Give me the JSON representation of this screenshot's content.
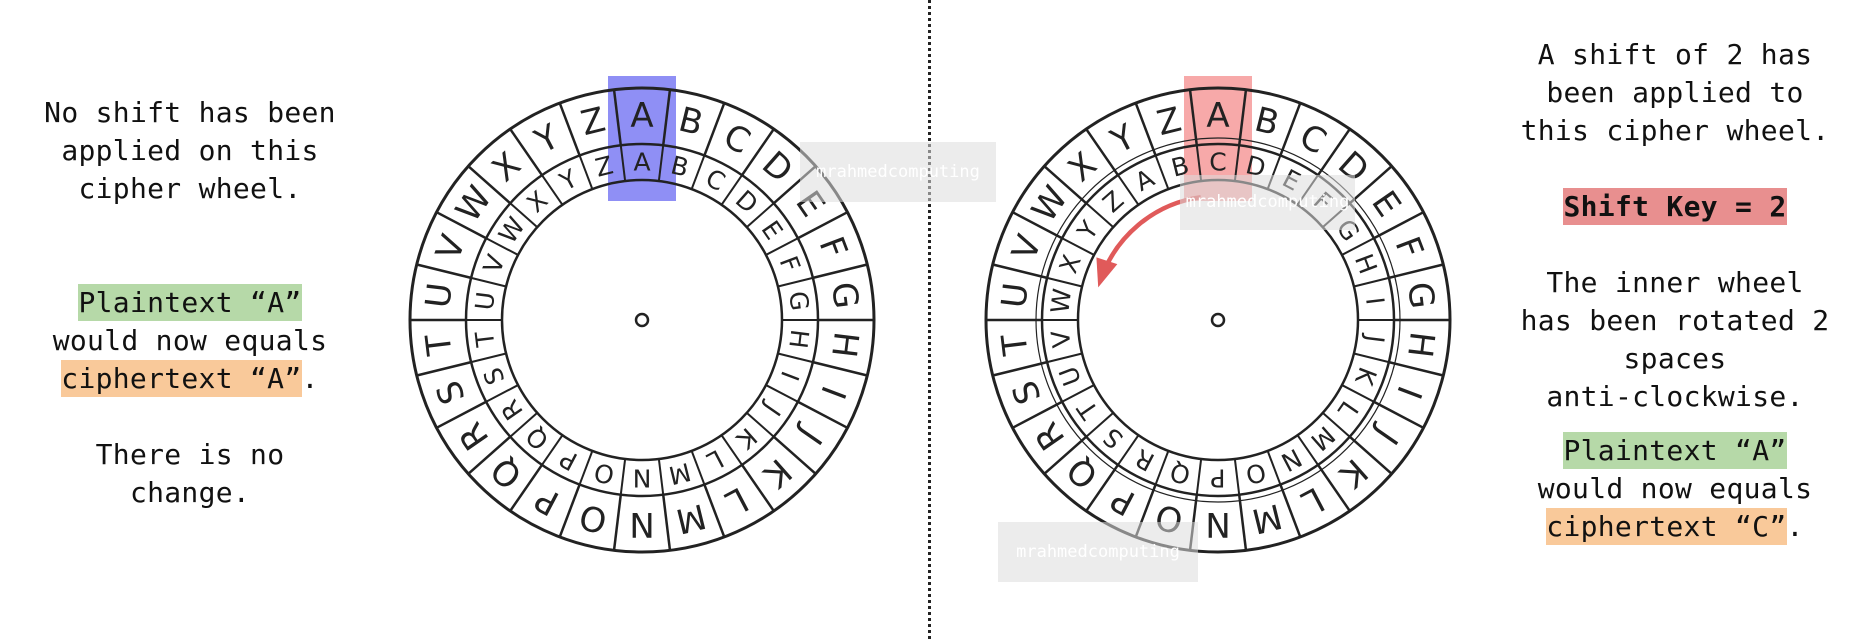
{
  "left_panel": {
    "lines": [
      "No shift has been",
      "applied on this",
      "cipher wheel."
    ],
    "plaintext_label": "Plaintext “A”",
    "middle_line": "would now equals",
    "ciphertext_label": "ciphertext “A”",
    "ciphertext_suffix": ".",
    "note_lines": [
      "There is no",
      "change."
    ]
  },
  "right_panel": {
    "lines": [
      "A shift of 2 has",
      "been applied to",
      "this cipher wheel."
    ],
    "shift_key_label": "Shift Key = 2",
    "rotation_lines": [
      "The inner wheel",
      "has been rotated 2",
      "spaces",
      "anti-clockwise."
    ],
    "plaintext_label": "Plaintext “A”",
    "middle_line": "would now equals",
    "ciphertext_label": "ciphertext “C”",
    "ciphertext_suffix": "."
  },
  "alphabet": [
    "A",
    "B",
    "C",
    "D",
    "E",
    "F",
    "G",
    "H",
    "I",
    "J",
    "K",
    "L",
    "M",
    "N",
    "O",
    "P",
    "Q",
    "R",
    "S",
    "T",
    "U",
    "V",
    "W",
    "X",
    "Y",
    "Z"
  ],
  "wheels": [
    {
      "name": "unshifted",
      "shift": 0,
      "highlight_color": "#8f8ff5",
      "show_arrow": false
    },
    {
      "name": "shifted",
      "shift": 2,
      "highlight_color": "#f7a9a9",
      "show_arrow": true
    }
  ],
  "watermark_text": "mrahmedcomputing",
  "colors": {
    "plaintext_highlight": "#b6d9a8",
    "ciphertext_highlight": "#f9c99a",
    "shift_key_highlight": "#e88f8f",
    "arrow": "#e05a5a"
  }
}
